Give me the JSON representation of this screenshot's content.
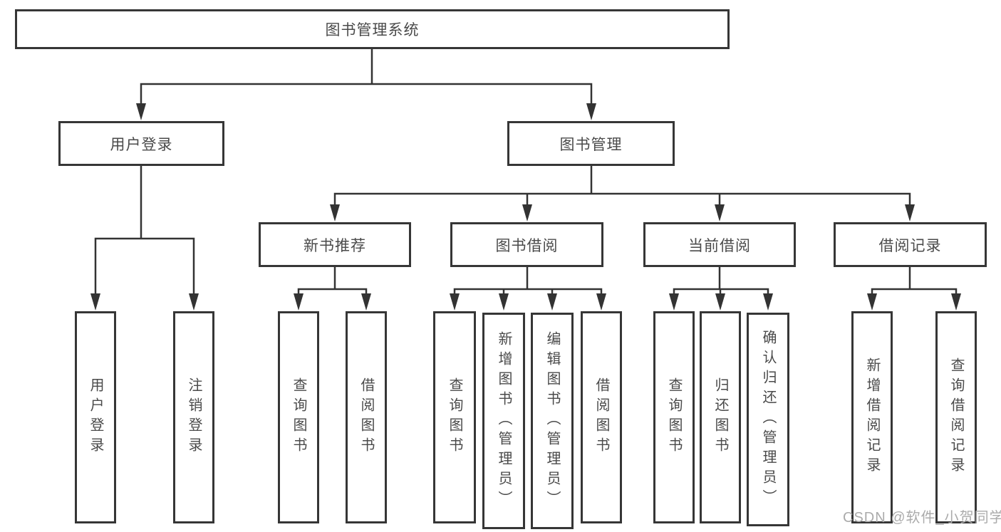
{
  "tree": {
    "label": "图书管理系统",
    "children": [
      {
        "label": "用户登录",
        "children": [
          {
            "label": "用户登录"
          },
          {
            "label": "注销登录"
          }
        ]
      },
      {
        "label": "图书管理",
        "children": [
          {
            "label": "新书推荐",
            "children": [
              {
                "label": "查询图书"
              },
              {
                "label": "借阅图书"
              }
            ]
          },
          {
            "label": "图书借阅",
            "children": [
              {
                "label": "查询图书"
              },
              {
                "label": "新增图书（管理员）"
              },
              {
                "label": "编辑图书（管理员）"
              },
              {
                "label": "借阅图书"
              }
            ]
          },
          {
            "label": "当前借阅",
            "children": [
              {
                "label": "查询图书"
              },
              {
                "label": "归还图书"
              },
              {
                "label": "确认归还（管理员）"
              }
            ]
          },
          {
            "label": "借阅记录",
            "children": [
              {
                "label": "新增借阅记录"
              },
              {
                "label": "查询借阅记录"
              }
            ]
          }
        ]
      }
    ]
  },
  "watermark": "CSDN @软件_小贺同学",
  "colors": {
    "line": "#333333",
    "box_border": "#363636",
    "text": "#4a4a4a",
    "watermark": "#ababab",
    "background": "#ffffff"
  }
}
